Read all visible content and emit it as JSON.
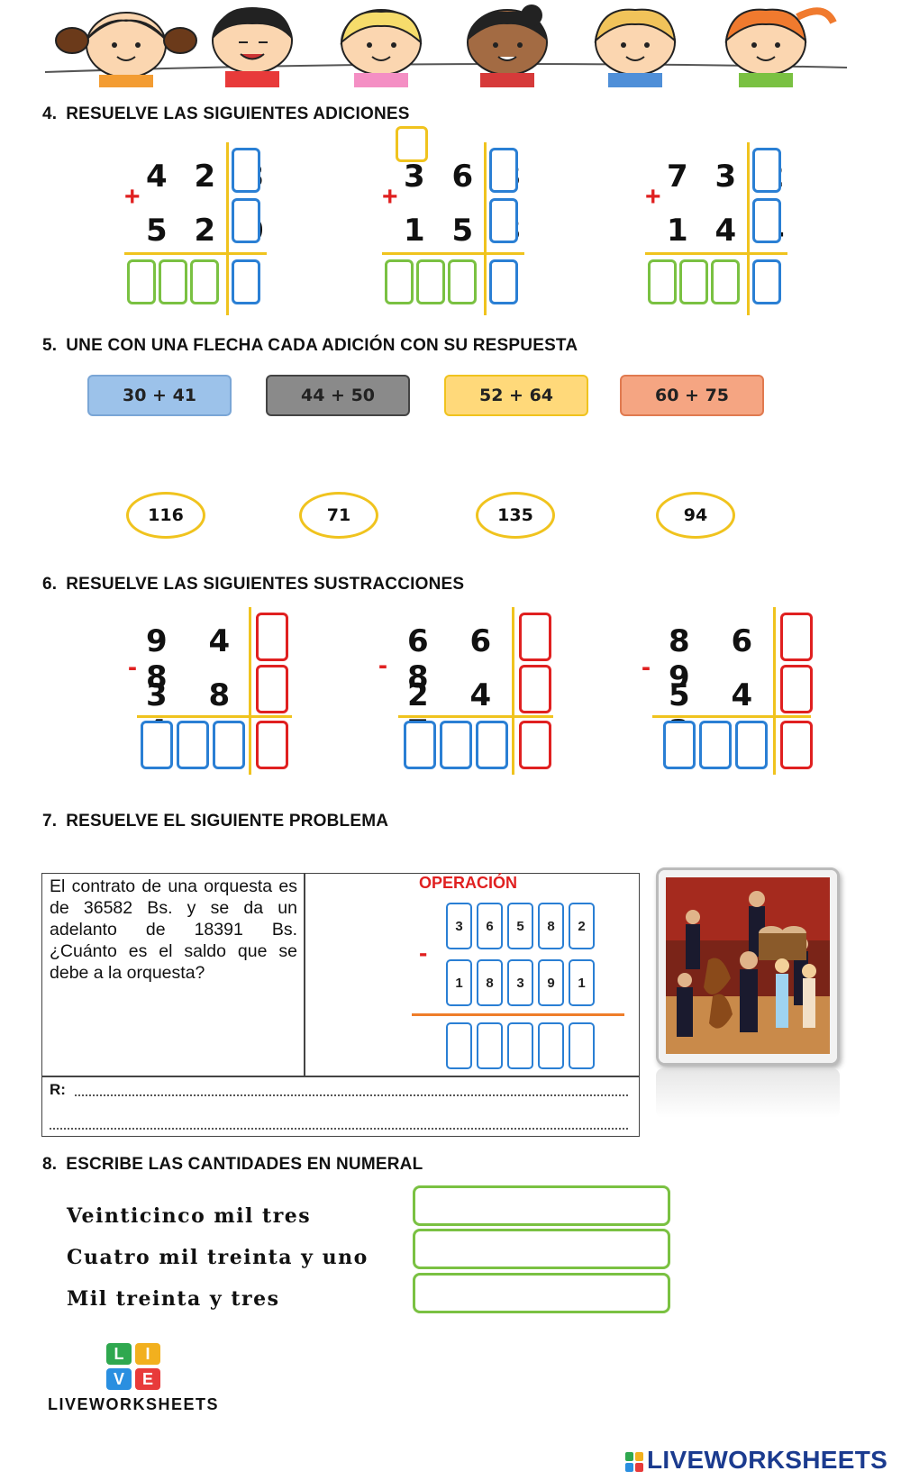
{
  "section4": {
    "number": "4.",
    "title": "RESUELVE LAS SIGUIENTES ADICIONES",
    "problems": [
      {
        "top": "4 2 8",
        "bottom": "5 2 0",
        "sign": "+"
      },
      {
        "top": "3 6 3",
        "bottom": "1 5 3",
        "sign": "+"
      },
      {
        "top": "7 3 2",
        "bottom": "1 4 4",
        "sign": "+"
      }
    ]
  },
  "section5": {
    "number": "5.",
    "title": "UNE CON UNA FLECHA CADA ADICIÓN CON SU RESPUESTA",
    "sums": [
      "30 + 41",
      "44 + 50",
      "52 + 64",
      "60 + 75"
    ],
    "answers": [
      "116",
      "71",
      "135",
      "94"
    ],
    "colors": {
      "blue": "#9cc2ea",
      "gray": "#8a8a8a",
      "yellow": "#ffd97a",
      "orange": "#f5a582"
    }
  },
  "section6": {
    "number": "6.",
    "title": "RESUELVE LAS SIGUIENTES SUSTRACCIONES",
    "problems": [
      {
        "top": "9 4 8",
        "bottom": "3 8 4",
        "sign": "-"
      },
      {
        "top": "6 6 8",
        "bottom": "2 4 7",
        "sign": "-"
      },
      {
        "top": "8 6 9",
        "bottom": "5 4 3",
        "sign": "-"
      }
    ]
  },
  "section7": {
    "number": "7.",
    "title": "RESUELVE EL SIGUIENTE PROBLEMA",
    "problem_text": "El contrato de una orquesta es de 36582 Bs. y se da un adelanto de 18391 Bs. ¿Cuánto es el saldo que se debe a la orquesta?",
    "operation_title": "OPERACIÓN",
    "minuend_digits": [
      "3",
      "6",
      "5",
      "8",
      "2"
    ],
    "subtrahend_digits": [
      "1",
      "8",
      "3",
      "9",
      "1"
    ],
    "sign": "-",
    "answer_label": "R:"
  },
  "section8": {
    "number": "8.",
    "title": "ESCRIBE LAS CANTIDADES EN NUMERAL",
    "items": [
      "Veinticinco mil tres",
      "Cuatro mil treinta y uno",
      "Mil treinta y tres"
    ]
  },
  "logo": {
    "tiles": [
      "L",
      "I",
      "V",
      "E"
    ],
    "text": "LIVEWORKSHEETS"
  },
  "footer": {
    "brand": "LIVEWORKSHEETS"
  },
  "icons": {
    "banner": "cartoon-kids-banner-icon",
    "orchestra": "orchestra-illustration-icon"
  },
  "palette": {
    "green": "#7ac142",
    "blue": "#2a7fd4",
    "red": "#e02020",
    "yellow": "#f0c31e",
    "orange": "#ee7d2a"
  }
}
